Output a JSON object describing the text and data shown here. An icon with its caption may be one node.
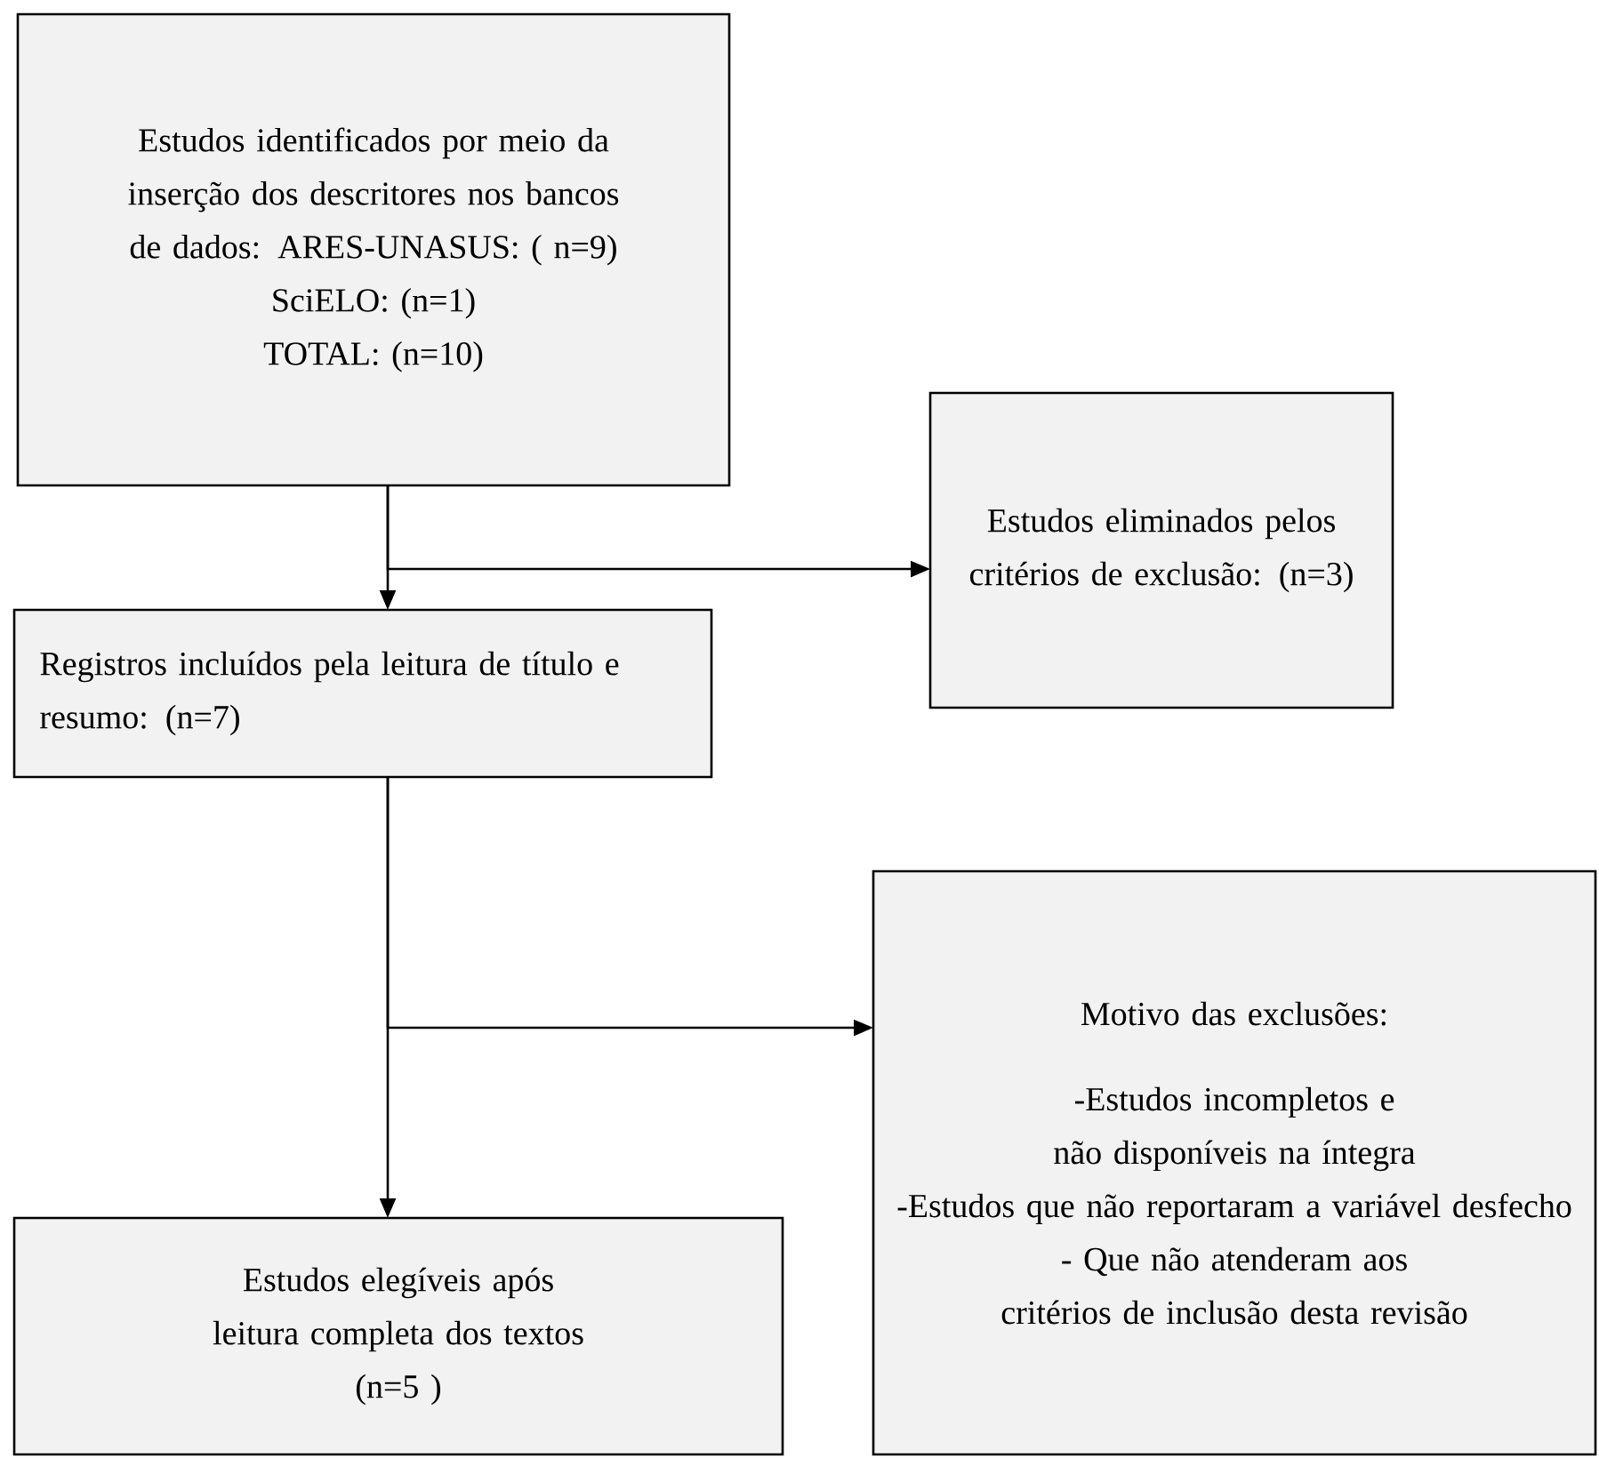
{
  "diagram": {
    "nodes": [
      {
        "text": [
          "Estudos identificados por meio da inserção dos descritores nos bancos de dados: ARES-UNASUS: ( n=9)",
          "SciELO: (n=1)",
          "TOTAL: (n=10)"
        ]
      },
      {
        "text": [
          "Estudos eliminados pelos critérios de exclusão: (n=3)"
        ]
      },
      {
        "text": [
          "Registros incluídos pela leitura de título e resumo: (n=7)"
        ]
      },
      {
        "text": [
          "Motivo das exclusões:",
          "-Estudos incompletos e não disponíveis na íntegra",
          "-Estudos que não reportaram a variável desfecho",
          "- Que não atenderam aos critérios de inclusão desta revisão"
        ]
      },
      {
        "text": [
          "Estudos elegíveis após leitura completa dos textos",
          "(n=5 )"
        ]
      }
    ],
    "edges": [
      {
        "from": 0,
        "to": 2,
        "arrow": "to"
      },
      {
        "from": 0,
        "to": 1,
        "arrow": "to"
      },
      {
        "from": 2,
        "to": 4,
        "arrow": "to"
      },
      {
        "from": 2,
        "to": 3,
        "arrow": "to"
      }
    ]
  }
}
